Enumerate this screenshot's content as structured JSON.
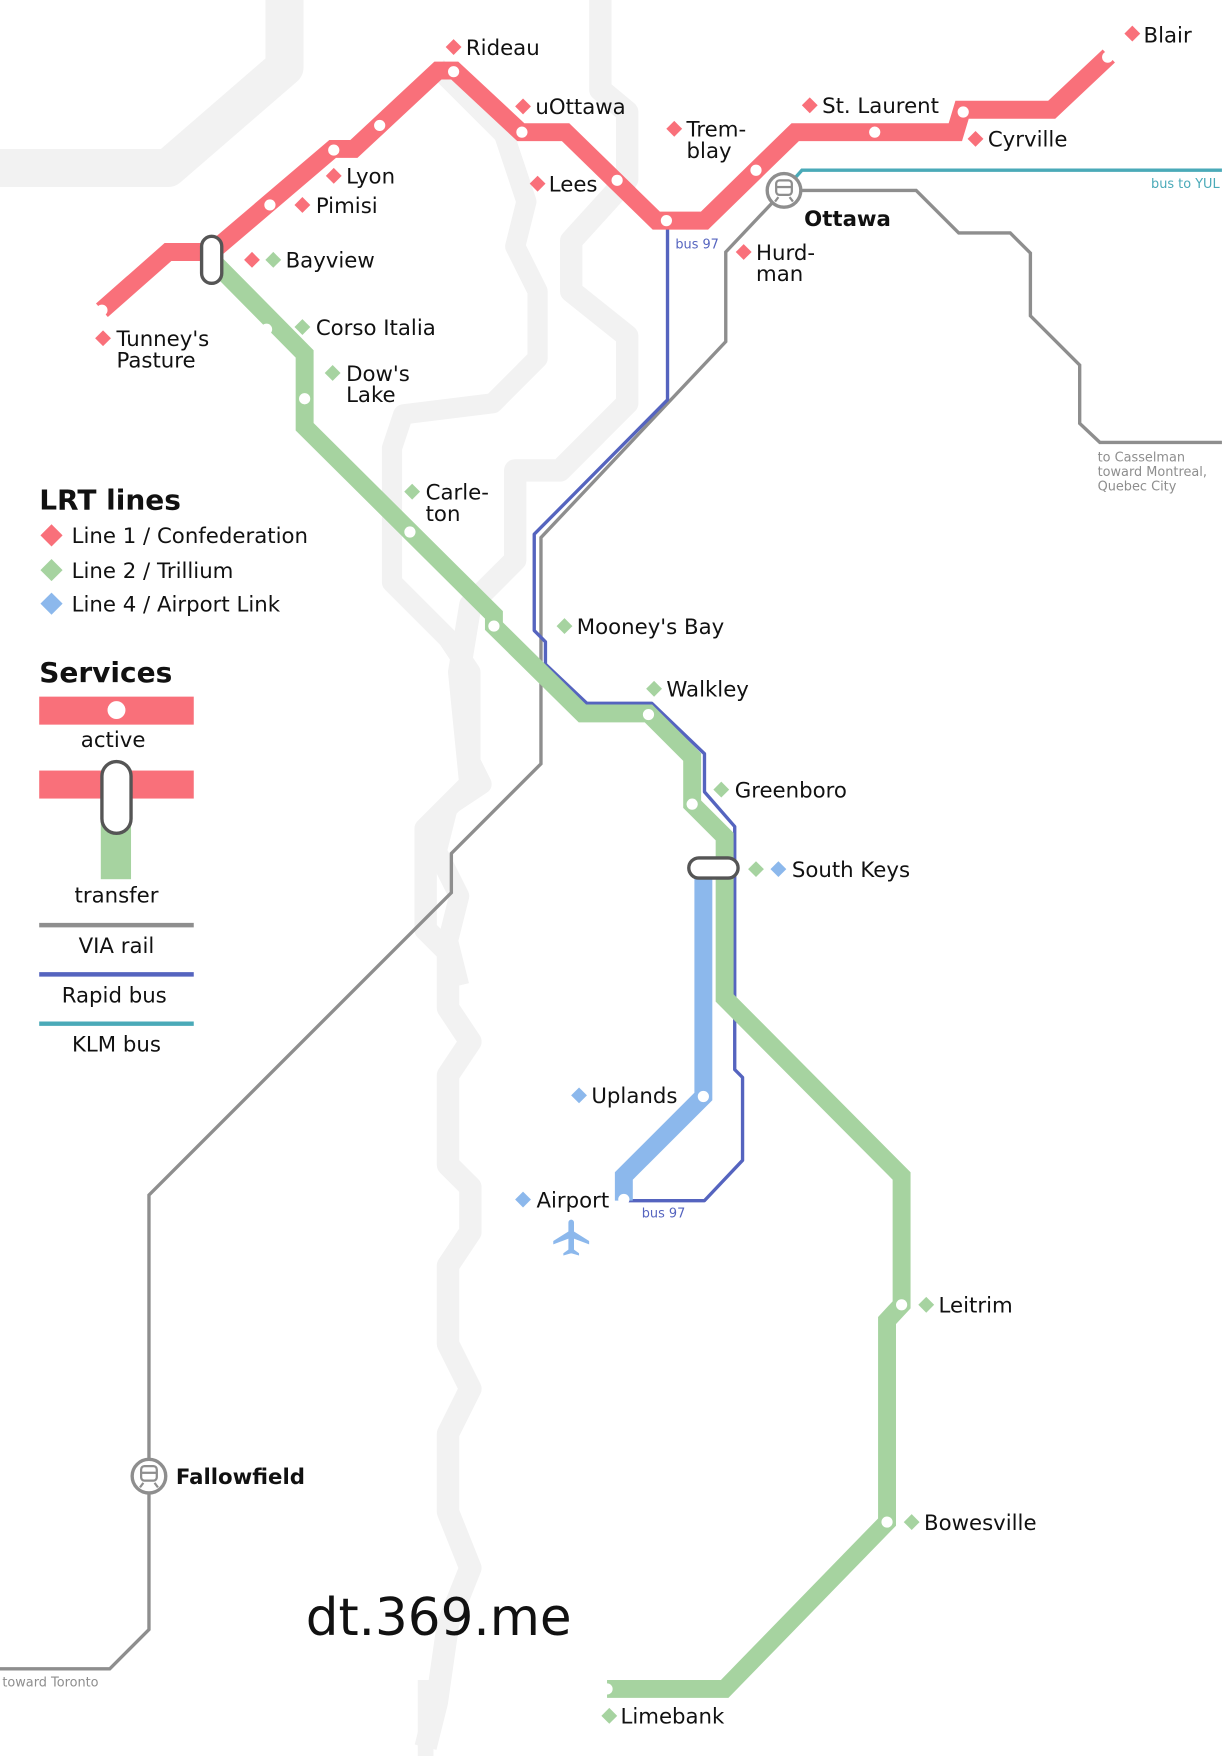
{
  "colors": {
    "line1": "#F9707A",
    "line2": "#A6D3A0",
    "line4": "#8CB8EC",
    "via": "#8E8E8E",
    "rapid_bus": "#5564BF",
    "klm_bus": "#4AAAB8",
    "river": "#F2F2F2"
  },
  "stations": {
    "blair": "Blair",
    "rideau": "Rideau",
    "uottawa": "uOttawa",
    "st_laurent": "St. Laurent",
    "tremblay_1": "Trem-",
    "tremblay_2": "blay",
    "cyrville": "Cyrville",
    "lyon": "Lyon",
    "pimisi": "Pimisi",
    "lees": "Lees",
    "bayview": "Bayview",
    "hurdman_1": "Hurd-",
    "hurdman_2": "man",
    "tunneys_1": "Tunney's",
    "tunneys_2": "Pasture",
    "corso_italia": "Corso Italia",
    "dows_1": "Dow's",
    "dows_2": "Lake",
    "carleton_1": "Carle-",
    "carleton_2": "ton",
    "mooneys_bay": "Mooney's Bay",
    "walkley": "Walkley",
    "greenboro": "Greenboro",
    "south_keys": "South Keys",
    "uplands": "Uplands",
    "airport": "Airport",
    "leitrim": "Leitrim",
    "bowesville": "Bowesville",
    "limebank": "Limebank"
  },
  "rail_stations": {
    "ottawa": "Ottawa",
    "fallowfield": "Fallowfield"
  },
  "annotations": {
    "bus97_top": "bus 97",
    "bus97_bottom": "bus 97",
    "bus_to_yul": "bus to YUL",
    "casselman_1": "to Casselman",
    "casselman_2": "toward Montreal,",
    "casselman_3": "Quebec City",
    "toronto": "toward Toronto"
  },
  "legend": {
    "lrt_title": "LRT lines",
    "line1": "Line 1 / Confederation",
    "line2": "Line 2 / Trillium",
    "line4": "Line 4 / Airport Link",
    "services_title": "Services",
    "active": "active",
    "transfer": "transfer",
    "via_rail": "VIA rail",
    "rapid_bus": "Rapid bus",
    "klm_bus": "KLM bus"
  },
  "watermark": "dt.369.me"
}
